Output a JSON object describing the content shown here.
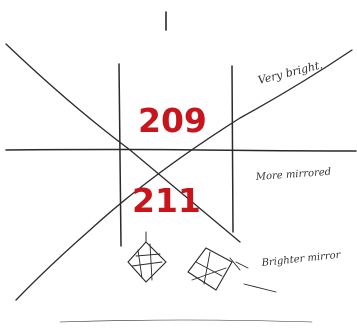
{
  "sketch": {
    "ink_color": "#2a2a2a",
    "accent_color": "#c8151b",
    "numbers": {
      "top": "209",
      "bottom": "211"
    },
    "notes": {
      "top_right": "Very bright.",
      "middle_right": "More mirrored",
      "bottom_right": "Brighter mirror"
    }
  }
}
